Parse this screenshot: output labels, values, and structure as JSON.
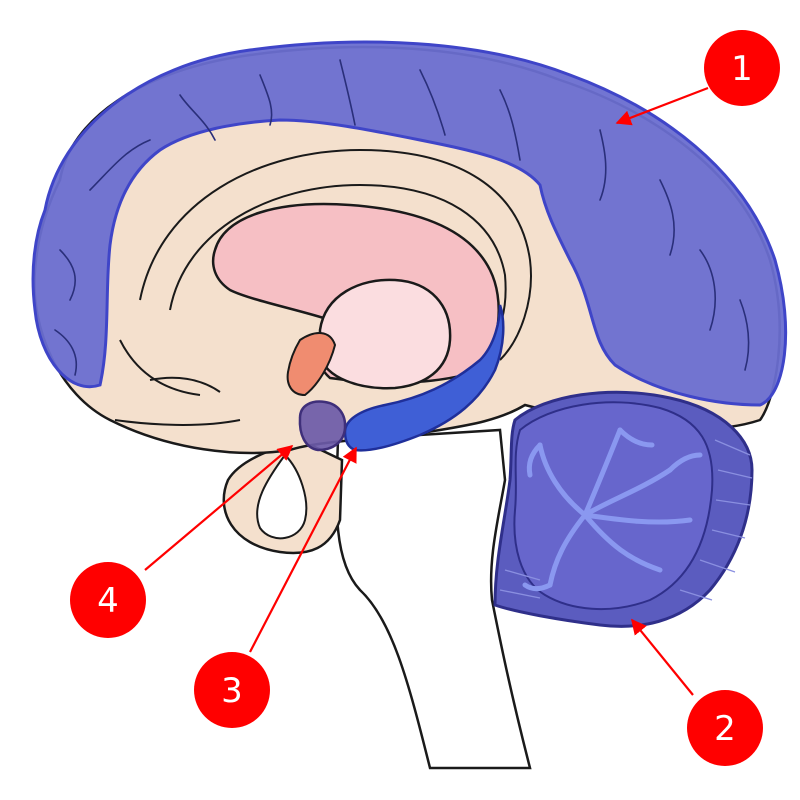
{
  "callouts": [
    {
      "id": "callout-1",
      "label": "1",
      "target": "cerebral-cortex"
    },
    {
      "id": "callout-2",
      "label": "2",
      "target": "cerebellum"
    },
    {
      "id": "callout-3",
      "label": "3",
      "target": "hippocampus"
    },
    {
      "id": "callout-4",
      "label": "4",
      "target": "amygdala"
    }
  ],
  "colors": {
    "background": "#ffffff",
    "tissue": "#f4e0cd",
    "cortex": "#6a6ed0",
    "cortex_edge": "#3f45c8",
    "cerebellum": "#5b5cbf",
    "cerebellum_light": "#7a86e6",
    "hippocampus": "#3f5fd6",
    "amygdala": "#6b5aa8",
    "thalamus": "#fbdde0",
    "ventricle": "#f6bfc4",
    "fornix_orange": "#f08c70",
    "callout": "#ff0000",
    "arrow": "#ff0000",
    "outline": "#1a1a1a"
  }
}
